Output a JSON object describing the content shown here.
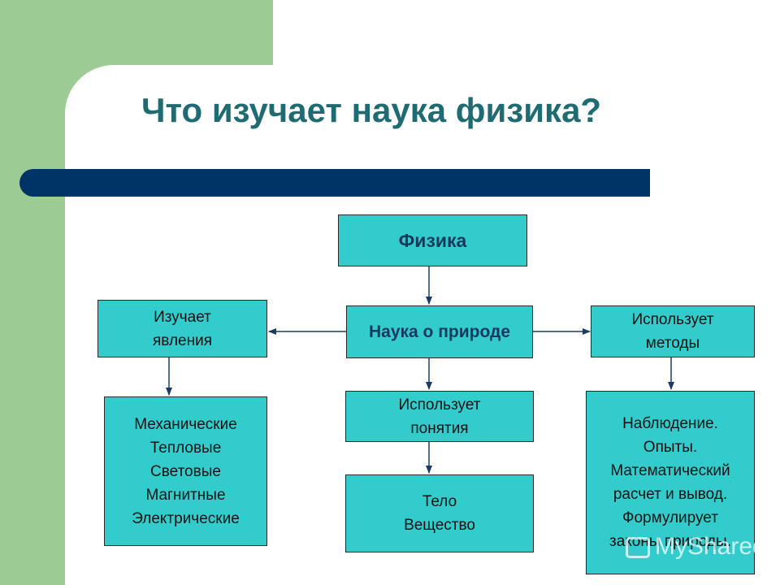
{
  "slide": {
    "title": "Что изучает наука физика?"
  },
  "diagram": {
    "physics": "Физика",
    "science_of_nature": "Наука о природе",
    "studies_phenomena": "Изучает\nявления",
    "uses_methods": "Использует\nметоды",
    "uses_concepts": "Использует\nпонятия",
    "phenomena_list": "Механические\nТепловые\nСветовые\nМагнитные\nЭлектрические",
    "concepts_list": "Тело\nВещество",
    "methods_list": "Наблюдение.\nОпыты.\nМатематический\nрасчет и вывод.\nФормулирует\nзаконы природы."
  },
  "colors": {
    "box_fill": "#33cccc",
    "title_color": "#1e6b73",
    "bar_color": "#003366",
    "side_decor": "#9ccb93"
  },
  "watermark": "MyShared"
}
